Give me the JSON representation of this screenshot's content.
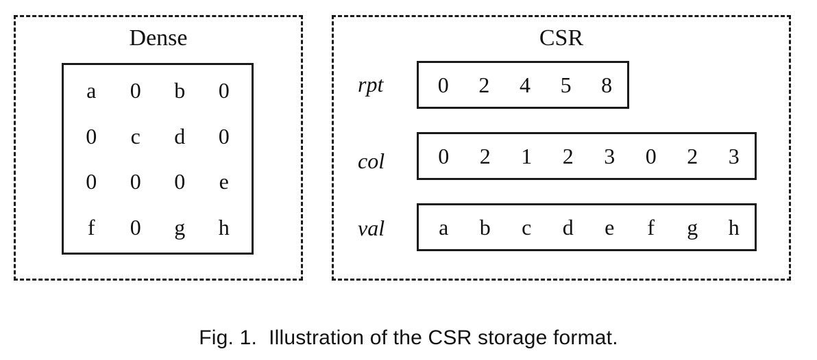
{
  "dense": {
    "title": "Dense",
    "rows": [
      [
        "a",
        "0",
        "b",
        "0"
      ],
      [
        "0",
        "c",
        "d",
        "0"
      ],
      [
        "0",
        "0",
        "0",
        "e"
      ],
      [
        "f",
        "0",
        "g",
        "h"
      ]
    ]
  },
  "csr": {
    "title": "CSR",
    "rpt": {
      "label": "rpt",
      "values": [
        "0",
        "2",
        "4",
        "5",
        "8"
      ]
    },
    "col": {
      "label": "col",
      "values": [
        "0",
        "2",
        "1",
        "2",
        "3",
        "0",
        "2",
        "3"
      ]
    },
    "val": {
      "label": "val",
      "values": [
        "a",
        "b",
        "c",
        "d",
        "e",
        "f",
        "g",
        "h"
      ]
    }
  },
  "caption": "Fig. 1.  Illustration of the CSR storage format."
}
